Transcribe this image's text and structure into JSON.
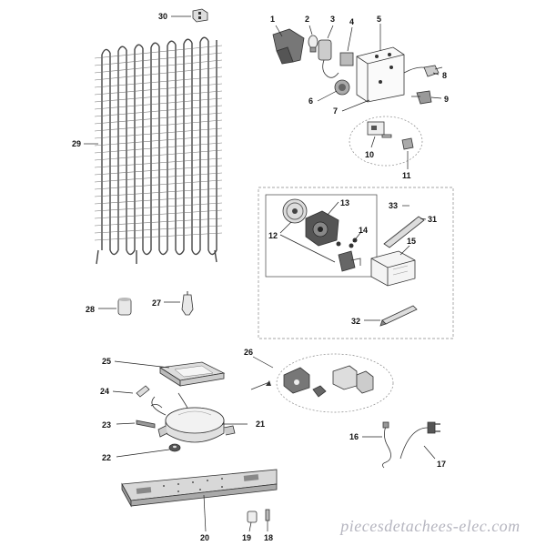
{
  "labels": {
    "p1": "1",
    "p2": "2",
    "p3": "3",
    "p4": "4",
    "p5": "5",
    "p6": "6",
    "p7": "7",
    "p8": "8",
    "p9": "9",
    "p10": "10",
    "p11": "11",
    "p12": "12",
    "p13": "13",
    "p14": "14",
    "p15": "15",
    "p16": "16",
    "p17": "17",
    "p18": "18",
    "p19": "19",
    "p20": "20",
    "p21": "21",
    "p22": "22",
    "p23": "23",
    "p24": "24",
    "p25": "25",
    "p26": "26",
    "p27": "27",
    "p28": "28",
    "p29": "29",
    "p30": "30",
    "p31": "31",
    "p32": "32",
    "p33": "33"
  },
  "watermark": "piecesdetachees-elec.com"
}
